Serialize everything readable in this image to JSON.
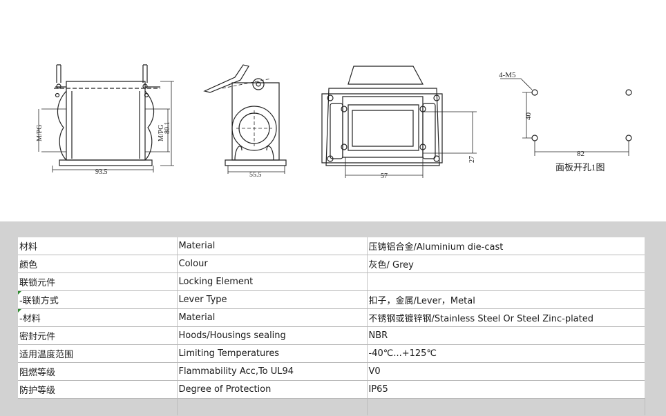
{
  "drawing": {
    "dims": {
      "width_front": "93.5",
      "height_front": "80.1",
      "mpg_left": "M/PG",
      "mpg_right": "M/PG",
      "width_side": "55.5",
      "width_top": "57",
      "height_top": "27",
      "holes": "4-M5",
      "cutout_height": "40",
      "cutout_width": "82"
    },
    "cutout_caption": "面板开孔1图"
  },
  "spec_table": {
    "rows": [
      {
        "zh": "材料",
        "en": "Material",
        "value": "压铸铝合金/Aluminium die-cast"
      },
      {
        "zh": "颜色",
        "en": "Colour",
        "value": "灰色/ Grey"
      },
      {
        "zh": "联锁元件",
        "en": "Locking Element",
        "value": ""
      },
      {
        "zh": " -联锁方式",
        "en": "Lever Type",
        "value": "扣子，金属/Lever，Metal"
      },
      {
        "zh": " -材料",
        "en": "Material",
        "value": "不锈钢或镀锌钢/Stainless Steel Or Steel Zinc-plated"
      },
      {
        "zh": "密封元件",
        "en": "Hoods/Housings sealing",
        "value": "NBR"
      },
      {
        "zh": "适用温度范围",
        "en": "Limiting Temperatures",
        "value": "-40℃...+125℃"
      },
      {
        "zh": "阻燃等级",
        "en": "Flammability Acc,To UL94",
        "value": "V0"
      },
      {
        "zh": "防护等级",
        "en": "Degree of Protection",
        "value": "IP65"
      }
    ]
  }
}
